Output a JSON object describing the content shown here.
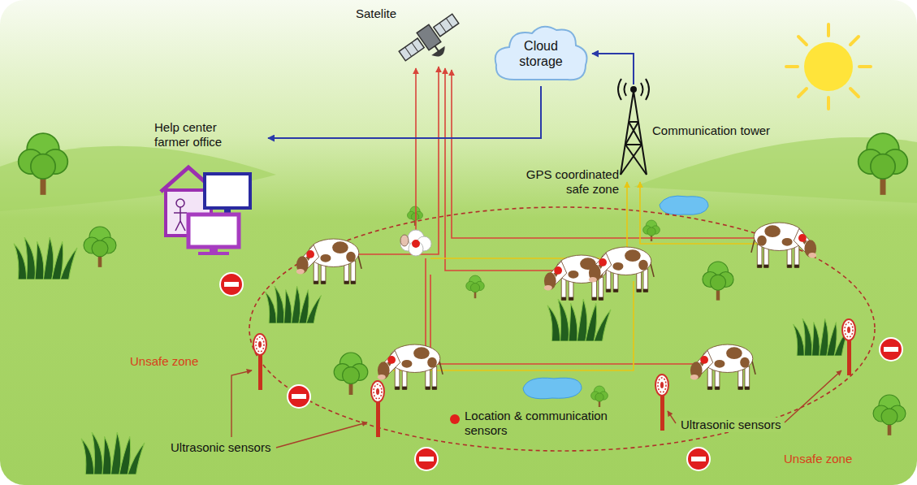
{
  "diagram": {
    "nodes": [
      {
        "text": [
          "Satelite"
        ]
      },
      {
        "text": [
          "Cloud storage"
        ]
      },
      {
        "text": [
          "Help center farmer office"
        ]
      },
      {
        "text": [
          "Communication tower"
        ]
      }
    ],
    "edges": [
      {
        "from": 3,
        "to": 1,
        "arrow": "to"
      },
      {
        "from": 1,
        "to": 2,
        "arrow": "to"
      }
    ],
    "labels": [
      "GPS coordinated safe zone",
      "Unsafe zone",
      "Unsafe zone",
      "Ultrasonic sensors",
      "Ultrasonic sensors",
      "Location & communication sensors"
    ]
  }
}
